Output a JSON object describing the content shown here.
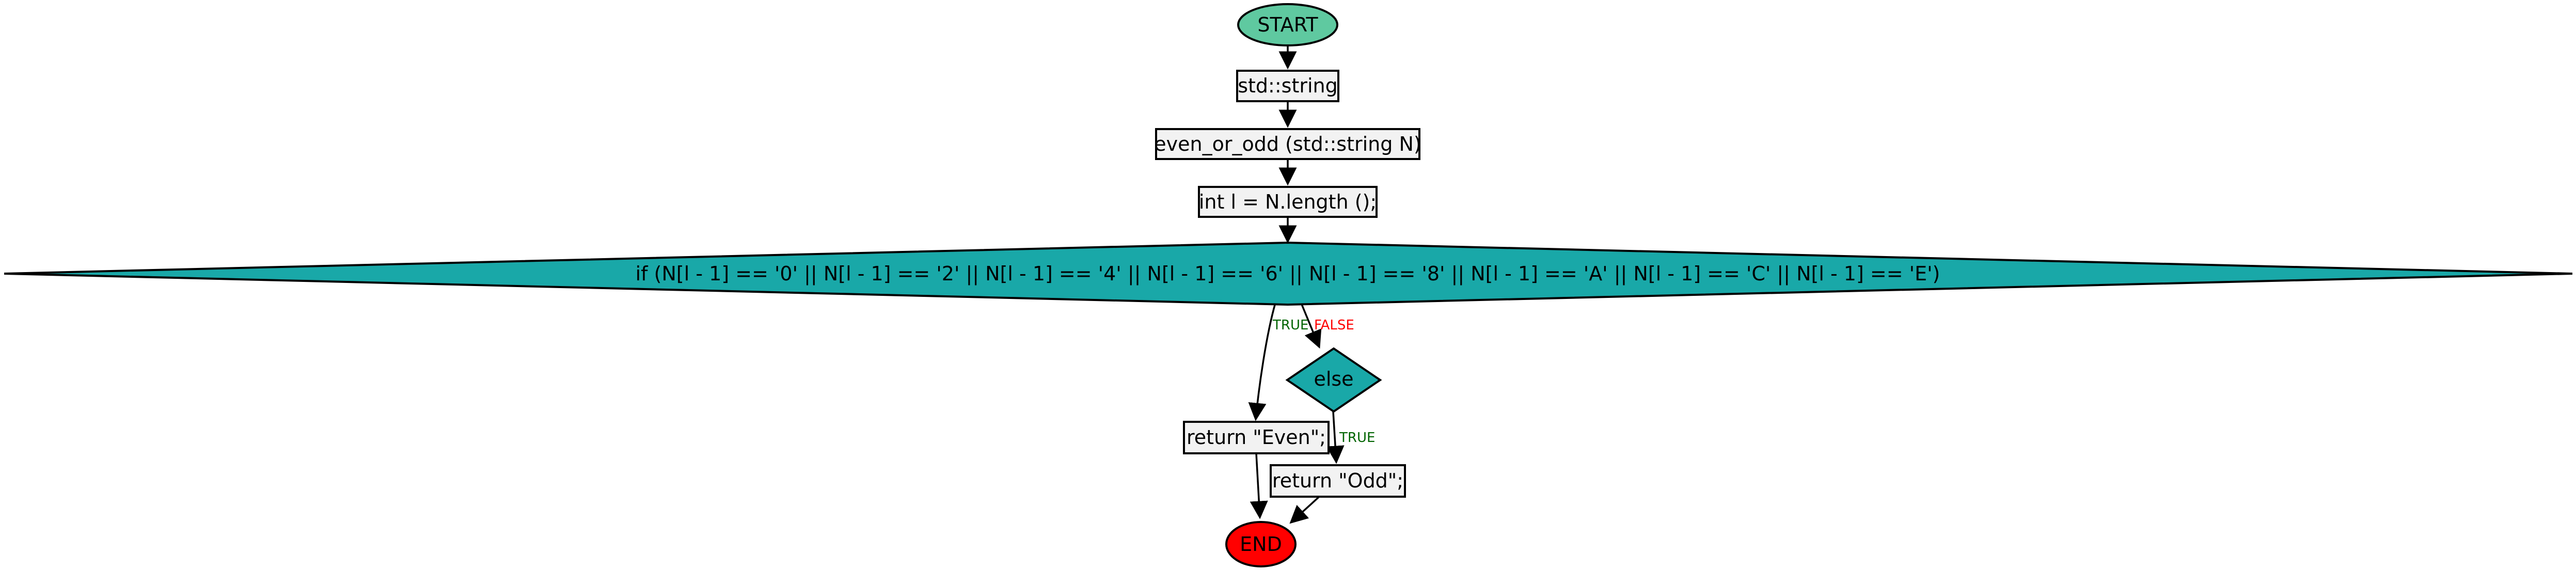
{
  "diagram": {
    "type": "flowchart",
    "nodes": {
      "start": {
        "label": "START",
        "shape": "ellipse",
        "fill": "#5fc9a0"
      },
      "decl": {
        "label": "std::string",
        "shape": "rect",
        "fill": "#f2f2f2"
      },
      "func": {
        "label": "even_or_odd (std::string N)",
        "shape": "rect",
        "fill": "#f2f2f2"
      },
      "assign": {
        "label": "int l = N.length ();",
        "shape": "rect",
        "fill": "#f2f2f2"
      },
      "cond": {
        "label": "if (N[l - 1] == '0' || N[l - 1] == '2' || N[l - 1] == '4' || N[l - 1] == '6' || N[l - 1] == '8' || N[l - 1] == 'A' || N[l - 1] == 'C' || N[l - 1] == 'E')",
        "shape": "diamond",
        "fill": "#19a8a8"
      },
      "else": {
        "label": "else",
        "shape": "diamond",
        "fill": "#19a8a8"
      },
      "ret_even": {
        "label": "return \"Even\";",
        "shape": "rect",
        "fill": "#f2f2f2"
      },
      "ret_odd": {
        "label": "return \"Odd\";",
        "shape": "rect",
        "fill": "#f2f2f2"
      },
      "end": {
        "label": "END",
        "shape": "ellipse",
        "fill": "#ff0000"
      }
    },
    "edges": {
      "cond_true": {
        "label": "TRUE",
        "color": "#006400"
      },
      "cond_false": {
        "label": "FALSE",
        "color": "#ff0000"
      },
      "else_true": {
        "label": "TRUE",
        "color": "#006400"
      }
    }
  }
}
